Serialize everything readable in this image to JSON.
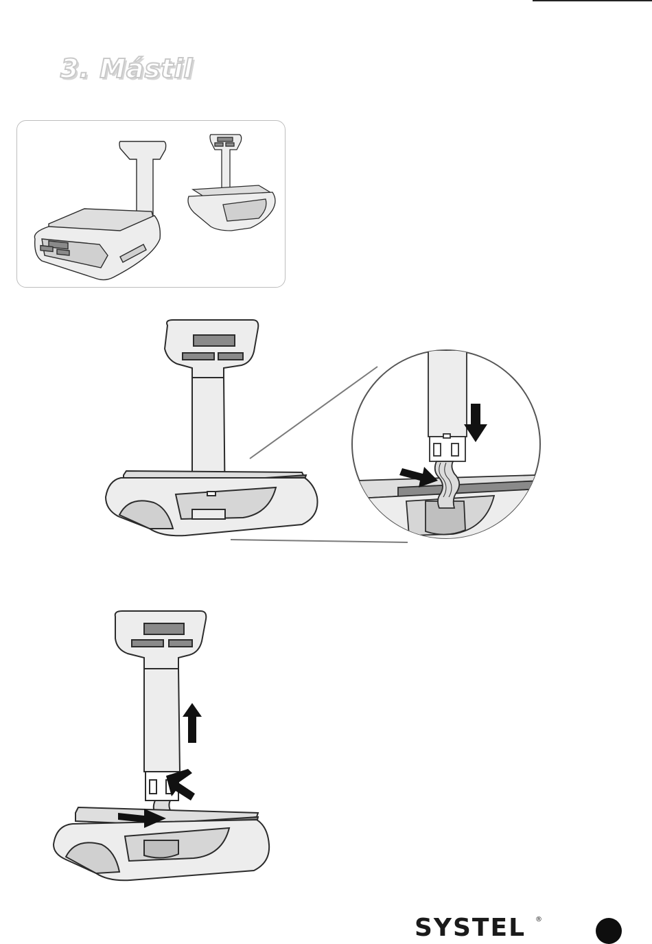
{
  "page": {
    "section_title": "3. Mástil",
    "brand": "SYSTEL",
    "trademark_symbol": "®"
  },
  "colors": {
    "outline": "#2b2b2b",
    "body_fill": "#ededed",
    "panel_fill": "#d0d0d0",
    "display_fill": "#8a8a8a",
    "arrow": "#111111",
    "frame": "#bdbdbd"
  },
  "icons": {
    "arrow_down": "arrow-down-icon",
    "arrow_up": "arrow-up-icon",
    "arrow_right": "arrow-right-icon",
    "page_marker": "filled-circle"
  }
}
